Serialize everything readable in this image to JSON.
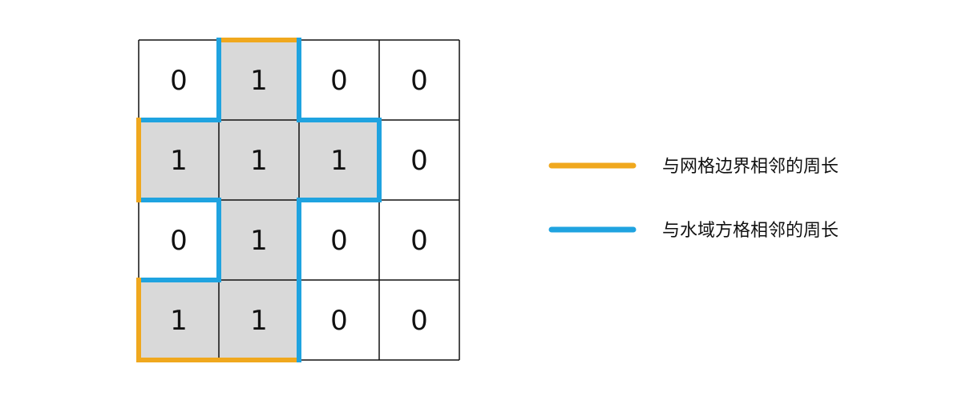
{
  "grid": {
    "values": [
      [
        0,
        1,
        0,
        0
      ],
      [
        1,
        1,
        1,
        0
      ],
      [
        0,
        1,
        0,
        0
      ],
      [
        1,
        1,
        0,
        0
      ]
    ]
  },
  "colors": {
    "land": "#d9d9d9",
    "water": "#ffffff",
    "grid_line": "#111111",
    "grid_boundary_perimeter": "#f0a81e",
    "water_adjacent_perimeter": "#1fa3e0"
  },
  "legend": {
    "grid_boundary_label": "与网格边界相邻的周长",
    "water_adjacent_label": "与水域方格相邻的周长"
  }
}
